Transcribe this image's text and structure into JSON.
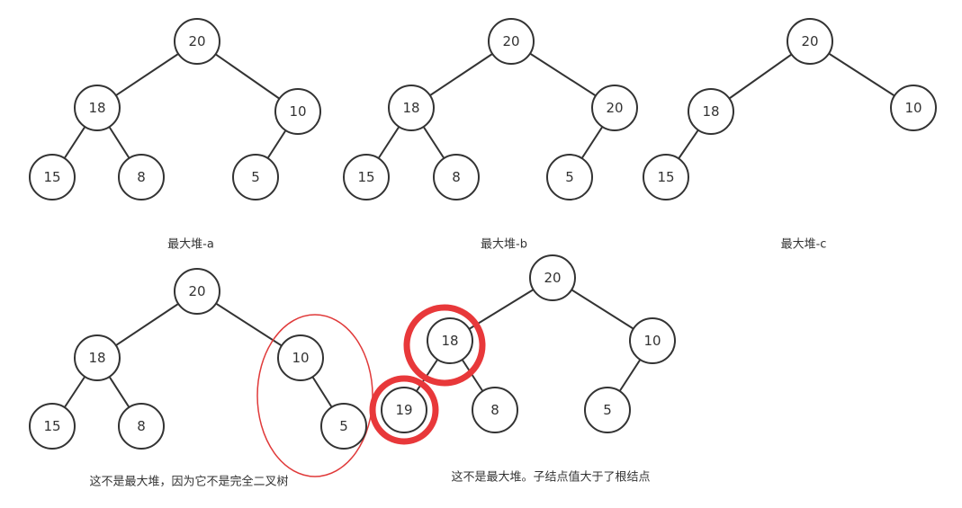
{
  "colors": {
    "line": "#333333",
    "annotation": "#e8383a"
  },
  "trees": [
    {
      "id": "a",
      "caption": "最大堆-a",
      "nodes": [
        {
          "id": "root",
          "label": "20"
        },
        {
          "id": "l",
          "label": "18"
        },
        {
          "id": "r",
          "label": "10"
        },
        {
          "id": "ll",
          "label": "15"
        },
        {
          "id": "lr",
          "label": "8"
        },
        {
          "id": "rl",
          "label": "5"
        }
      ],
      "edges": [
        [
          "root",
          "l"
        ],
        [
          "root",
          "r"
        ],
        [
          "l",
          "ll"
        ],
        [
          "l",
          "lr"
        ],
        [
          "r",
          "rl"
        ]
      ]
    },
    {
      "id": "b",
      "caption": "最大堆-b",
      "nodes": [
        {
          "id": "root",
          "label": "20"
        },
        {
          "id": "l",
          "label": "18"
        },
        {
          "id": "r",
          "label": "20"
        },
        {
          "id": "ll",
          "label": "15"
        },
        {
          "id": "lr",
          "label": "8"
        },
        {
          "id": "rl",
          "label": "5"
        }
      ],
      "edges": [
        [
          "root",
          "l"
        ],
        [
          "root",
          "r"
        ],
        [
          "l",
          "ll"
        ],
        [
          "l",
          "lr"
        ],
        [
          "r",
          "rl"
        ]
      ]
    },
    {
      "id": "c",
      "caption": "最大堆-c",
      "nodes": [
        {
          "id": "root",
          "label": "20"
        },
        {
          "id": "l",
          "label": "18"
        },
        {
          "id": "r",
          "label": "10"
        },
        {
          "id": "ll",
          "label": "15"
        }
      ],
      "edges": [
        [
          "root",
          "l"
        ],
        [
          "root",
          "r"
        ],
        [
          "l",
          "ll"
        ]
      ]
    },
    {
      "id": "d",
      "caption": "这不是最大堆，因为它不是完全二叉树",
      "nodes": [
        {
          "id": "root",
          "label": "20"
        },
        {
          "id": "l",
          "label": "18"
        },
        {
          "id": "r",
          "label": "10"
        },
        {
          "id": "ll",
          "label": "15"
        },
        {
          "id": "lr",
          "label": "8"
        },
        {
          "id": "rr",
          "label": "5"
        }
      ],
      "edges": [
        [
          "root",
          "l"
        ],
        [
          "root",
          "r"
        ],
        [
          "l",
          "ll"
        ],
        [
          "l",
          "lr"
        ],
        [
          "r",
          "rr"
        ]
      ]
    },
    {
      "id": "e",
      "caption": "这不是最大堆。子结点值大于了根结点",
      "nodes": [
        {
          "id": "root",
          "label": "20"
        },
        {
          "id": "l",
          "label": "18"
        },
        {
          "id": "r",
          "label": "10"
        },
        {
          "id": "ll",
          "label": "19"
        },
        {
          "id": "lr",
          "label": "8"
        },
        {
          "id": "rl",
          "label": "5"
        }
      ],
      "edges": [
        [
          "root",
          "l"
        ],
        [
          "root",
          "r"
        ],
        [
          "l",
          "ll"
        ],
        [
          "l",
          "lr"
        ],
        [
          "r",
          "rl"
        ]
      ]
    }
  ]
}
